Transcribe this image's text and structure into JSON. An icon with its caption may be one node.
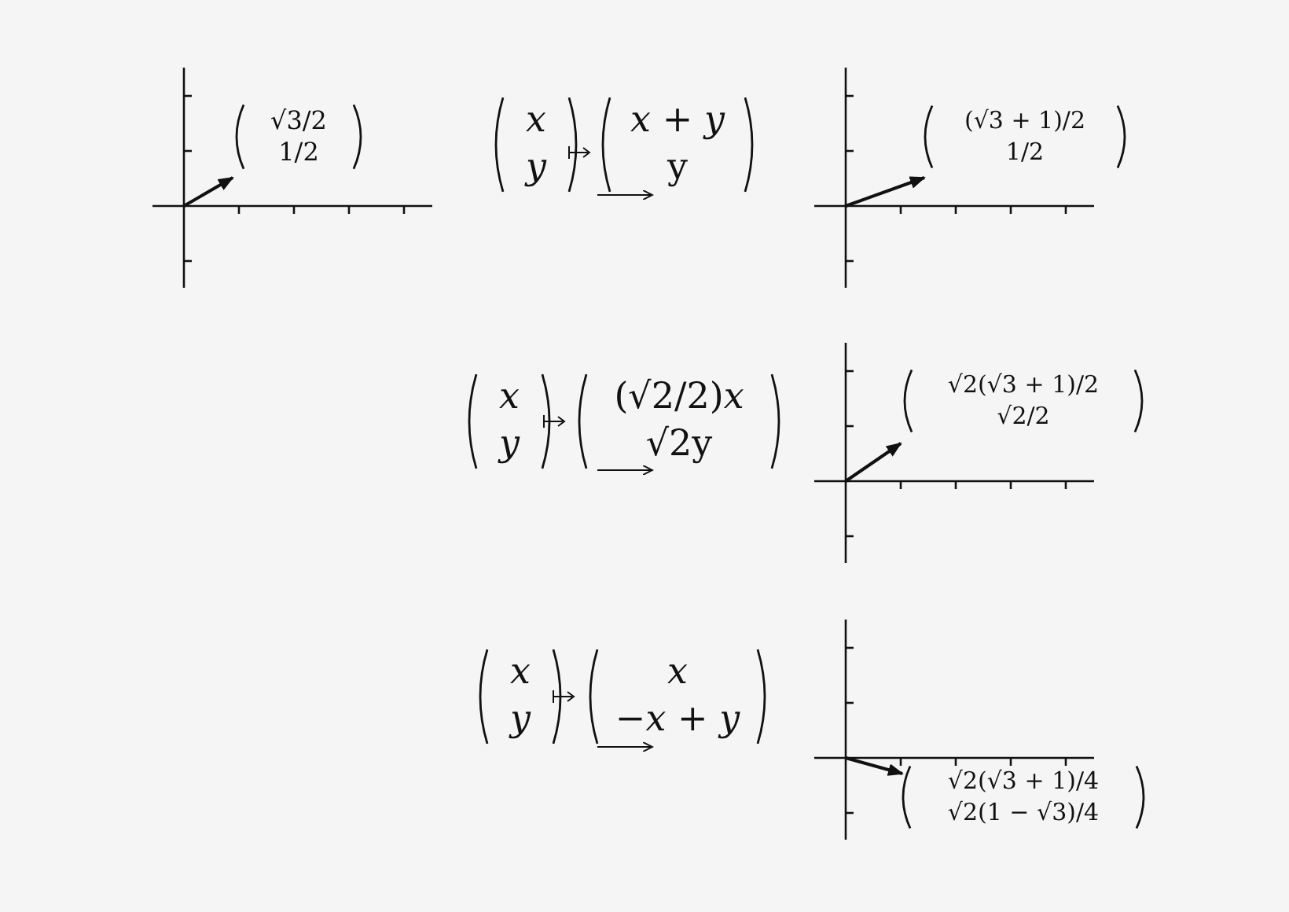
{
  "diagram": {
    "labels": [
      "√3/2",
      "1/2",
      "x",
      "y",
      "*x* + *y*",
      "y",
      "(√3 + 1)/2",
      "1/2",
      "x",
      "y",
      "(√2/2)*x*",
      "√2y",
      "√2(√3 + 1)/2",
      "√2/2",
      "x",
      "y",
      "x",
      "−*x* + *y*",
      "√2(√3 + 1)/4",
      "√2(1 − √3)/4"
    ]
  }
}
